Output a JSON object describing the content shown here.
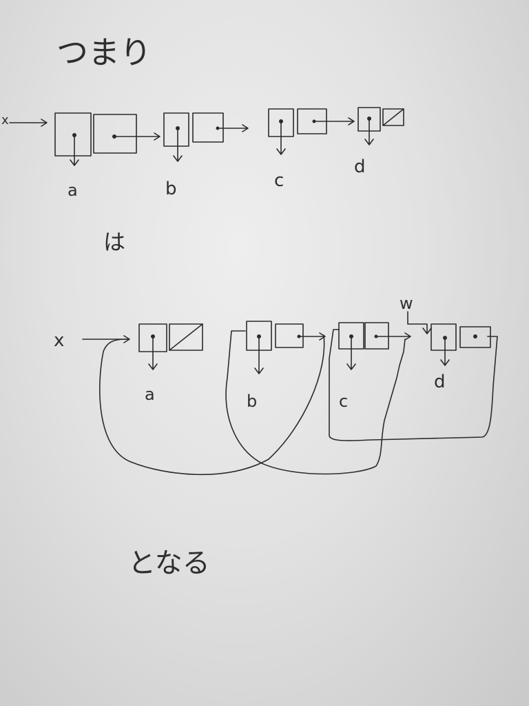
{
  "heading": "つまり",
  "top_list": {
    "head_label": "x",
    "nodes": [
      "a",
      "b",
      "c",
      "d"
    ]
  },
  "connector": "は",
  "bottom_list": {
    "head_label": "x",
    "pointer_label": "w",
    "nodes": [
      "a",
      "b",
      "c",
      "d"
    ]
  },
  "conclusion": "となる"
}
